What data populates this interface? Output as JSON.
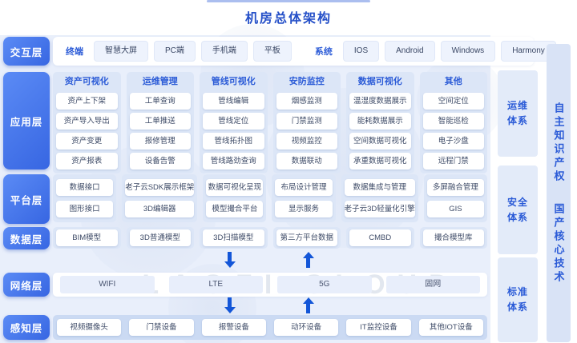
{
  "title": "机房总体架构",
  "watermark": "LAOZI CLOUD",
  "colors": {
    "accent_blue": "#2b5bd7",
    "layer_button_blue": "#3f6de5",
    "panel_blue": "#dce6f7",
    "background_blue": "#e9effb",
    "arrow_blue": "#1356d8"
  },
  "interaction": {
    "layer": "交互层",
    "group1_label": "终端",
    "group1_items": [
      "智慧大屏",
      "PC端",
      "手机端",
      "平板"
    ],
    "group2_label": "系统",
    "group2_items": [
      "IOS",
      "Android",
      "Windows",
      "Harmony"
    ]
  },
  "application": {
    "layer": "应用层",
    "columns": [
      {
        "header": "资产可视化",
        "items": [
          "资产上下架",
          "资产导入导出",
          "资产变更",
          "资产报表"
        ]
      },
      {
        "header": "运维管理",
        "items": [
          "工单查询",
          "工单推送",
          "报修管理",
          "设备告警"
        ]
      },
      {
        "header": "管线可视化",
        "items": [
          "管线编辑",
          "管线定位",
          "管线拓扑图",
          "管线路劲查询"
        ]
      },
      {
        "header": "安防监控",
        "items": [
          "烟感监测",
          "门禁监测",
          "视频监控",
          "数据联动"
        ]
      },
      {
        "header": "数据可视化",
        "items": [
          "温湿度数据展示",
          "能耗数据展示",
          "空间数据可视化",
          "承重数据可视化"
        ]
      },
      {
        "header": "其他",
        "items": [
          "空间定位",
          "智能巡检",
          "电子沙盘",
          "远程门禁"
        ]
      }
    ]
  },
  "platform": {
    "layer": "平台层",
    "row1": [
      "数据接口",
      "老子云SDK展示框架",
      "数据可视化呈现",
      "布局设计管理",
      "数据集成与管理",
      "多屏融合管理"
    ],
    "row2": [
      "图形接口",
      "3D编辑器",
      "模型撮合平台",
      "显示服务",
      "老子云3D轻量化引擎",
      "GIS"
    ]
  },
  "data_layer": {
    "layer": "数据层",
    "items": [
      "BIM模型",
      "3D普通模型",
      "3D扫描模型",
      "第三方平台数据",
      "CMBD",
      "撮合模型库"
    ]
  },
  "network": {
    "layer": "网络层",
    "items": [
      "WIFI",
      "LTE",
      "5G",
      "固网"
    ]
  },
  "perception": {
    "layer": "感知层",
    "items": [
      "视频摄像头",
      "门禁设备",
      "报警设备",
      "动环设备",
      "IT监控设备",
      "其他IOT设备"
    ]
  },
  "systems": [
    "运维体系",
    "安全体系",
    "标准体系"
  ],
  "banner": [
    "自主知识产权",
    "国产核心技术"
  ]
}
